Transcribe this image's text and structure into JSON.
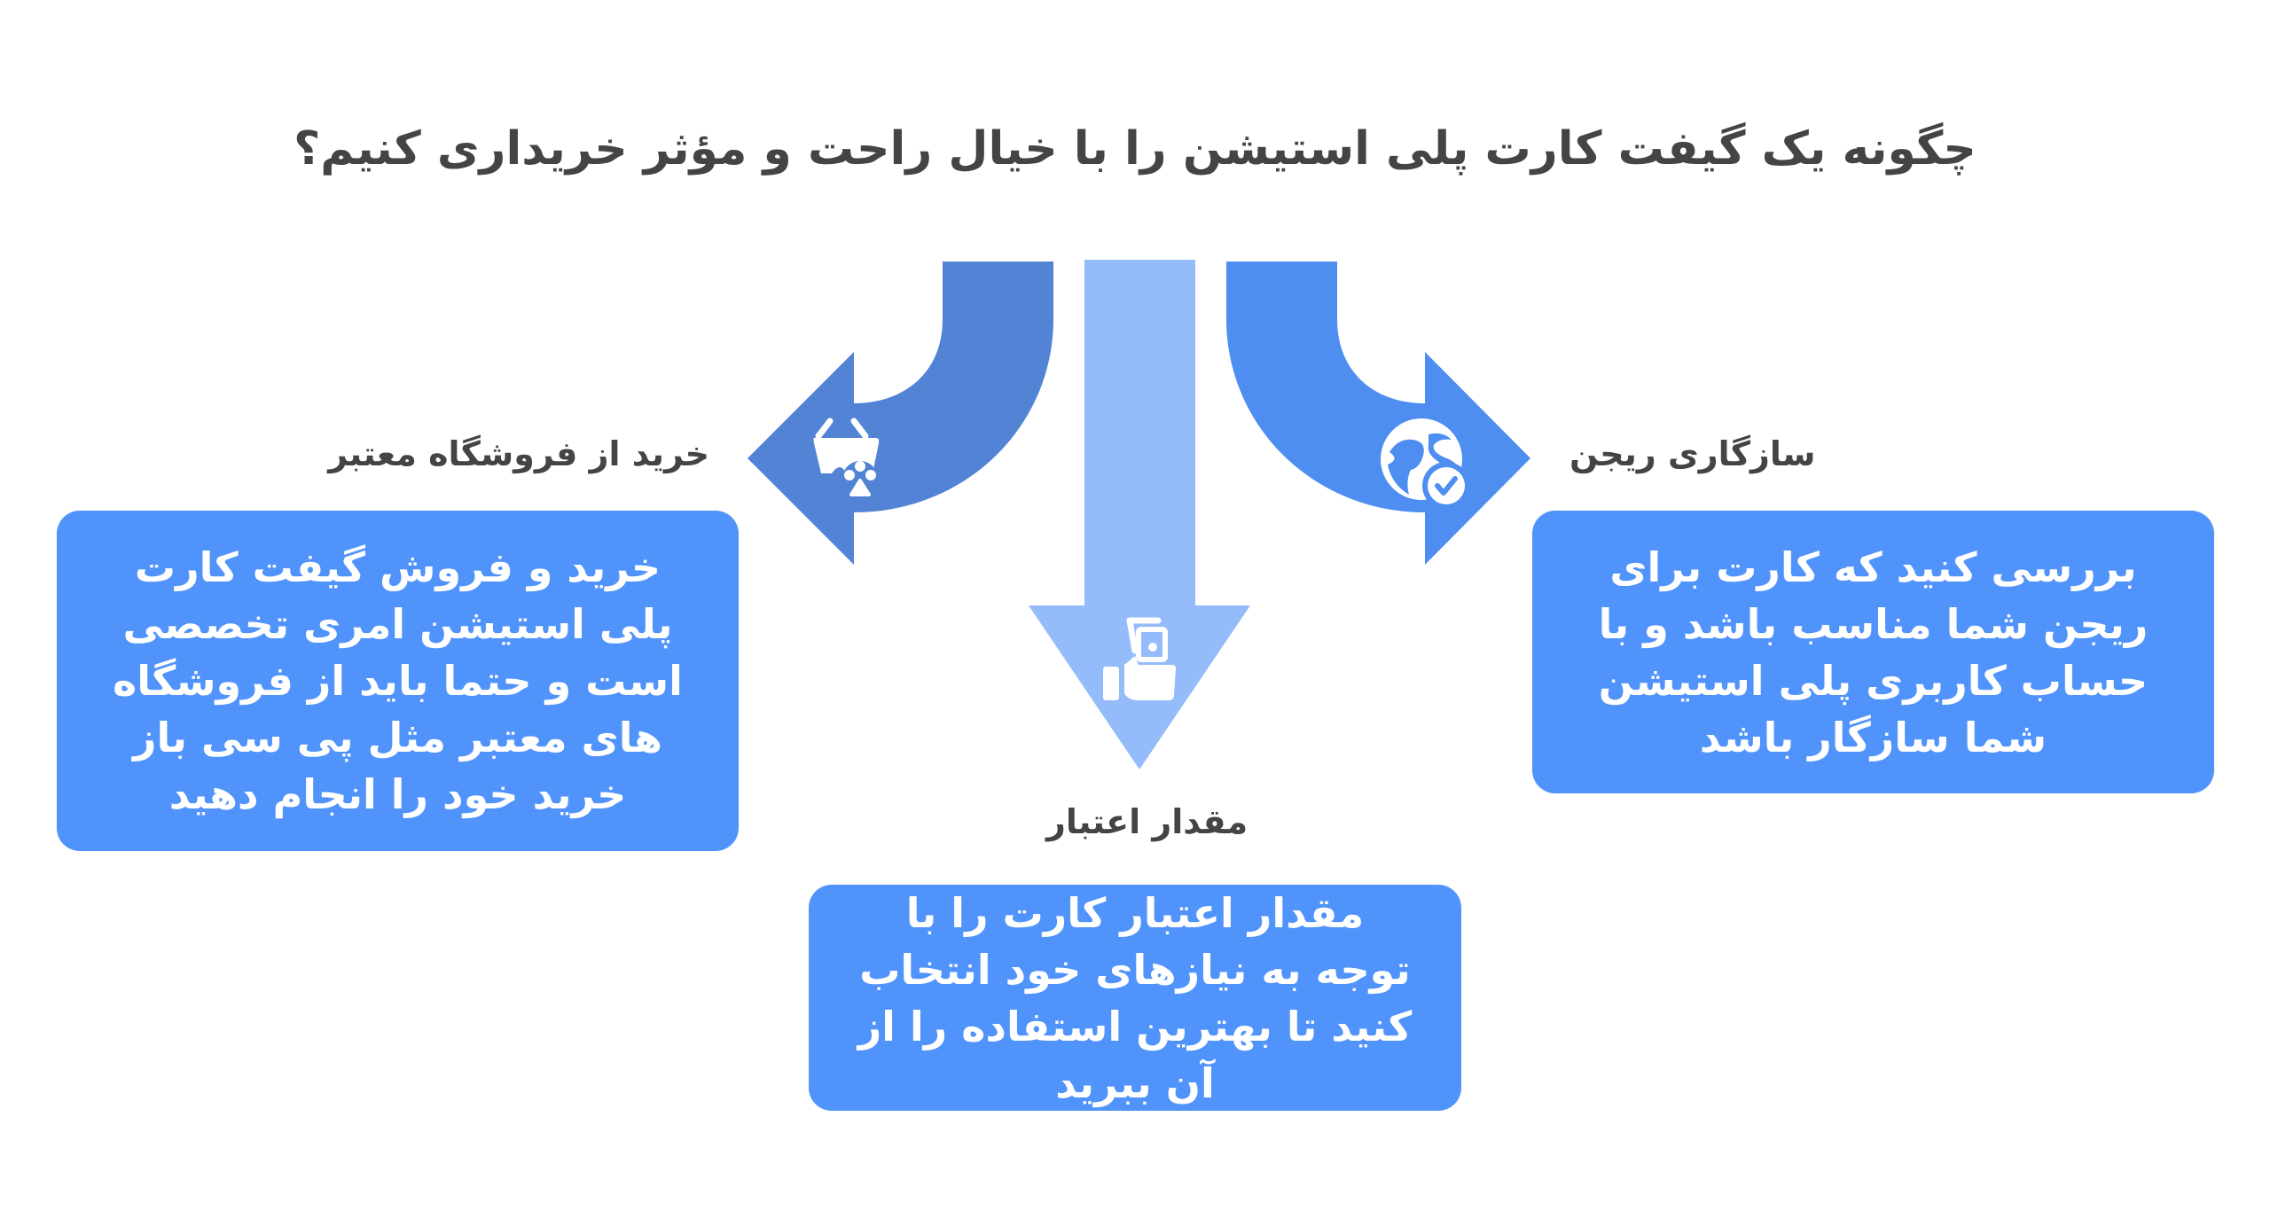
{
  "title": "چگونه یک گیفت کارت پلی استیشن را با خیال راحت و مؤثر خریداری کنیم؟",
  "colors": {
    "left_arrow": "#5283D4",
    "center_arrow": "#94BBFA",
    "right_arrow": "#4E8EF0",
    "box": "#5093FA",
    "text_dark": "#444444",
    "text_light": "#FFFFFF"
  },
  "branches": [
    {
      "id": "trusted-store",
      "direction": "left",
      "icon": "shopping-basket-paw-icon",
      "label": "خرید از فروشگاه معتبر",
      "description": "خرید و فروش گیفت کارت پلی استیشن امری تخصصی است و حتما باید از فروشگاه های معتبر مثل پی سی باز خرید خود را انجام دهید"
    },
    {
      "id": "credit-amount",
      "direction": "down",
      "icon": "hand-holding-cash-icon",
      "label": "مقدار اعتبار",
      "description": "مقدار اعتبار کارت را با توجه به نیازهای خود انتخاب کنید تا بهترین استفاده را از آن ببرید"
    },
    {
      "id": "region-compatibility",
      "direction": "right",
      "icon": "globe-check-icon",
      "label": "سازگاری ریجن",
      "description": "بررسی کنید که کارت برای ریجن شما مناسب باشد و با حساب کاربری پلی استیشن شما سازگار باشد"
    }
  ]
}
